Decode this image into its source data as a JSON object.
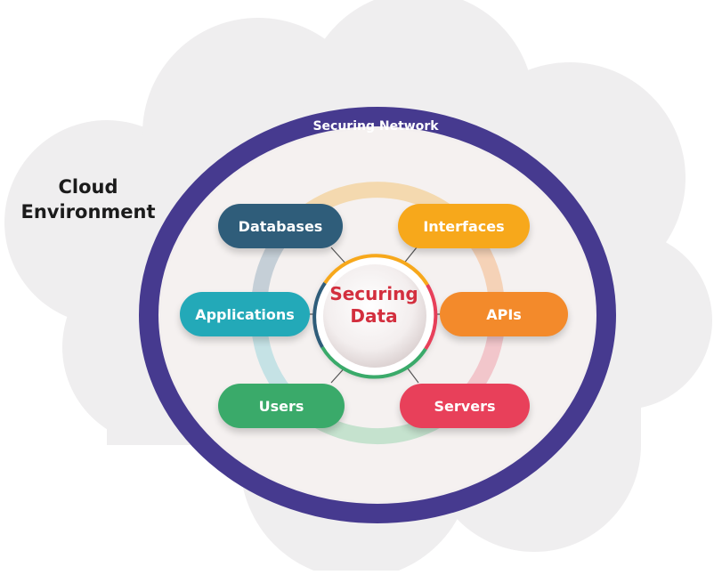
{
  "cloud": {
    "title_line1": "Cloud",
    "title_line2": "Environment"
  },
  "network": {
    "label": "Securing Network",
    "color": "#463a8f"
  },
  "center": {
    "line1": "Securing",
    "line2": "Data",
    "text_color": "#d32f3e"
  },
  "nodes": [
    {
      "label": "Databases",
      "color": "#2f5d7a"
    },
    {
      "label": "Interfaces",
      "color": "#f7a81b"
    },
    {
      "label": "Applications",
      "color": "#23a9b8"
    },
    {
      "label": "APIs",
      "color": "#f38a2b"
    },
    {
      "label": "Users",
      "color": "#3aaa6a"
    },
    {
      "label": "Servers",
      "color": "#e8405a"
    }
  ]
}
